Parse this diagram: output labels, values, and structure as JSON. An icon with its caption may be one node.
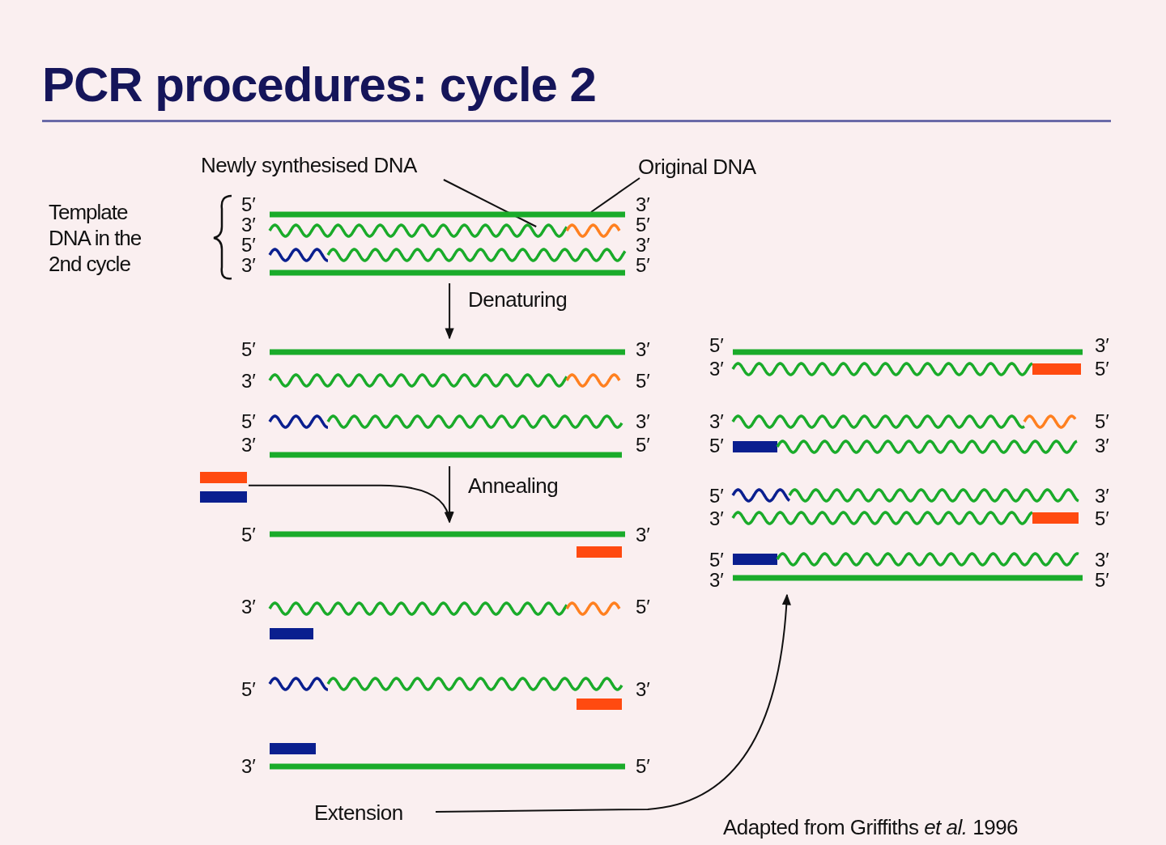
{
  "diagram": {
    "title": "PCR procedures: cycle 2",
    "caption": "Adapted from Griffiths *et al.* 1996",
    "nodes": [
      {
        "text": [
          "Newly synthesised DNA"
        ]
      },
      {
        "text": [
          "Original DNA"
        ]
      },
      {
        "text": [
          "5′",
          "3′",
          "3′",
          "5′",
          "5′",
          "3′",
          "3′",
          "5′"
        ]
      },
      {
        "text": [
          "5′",
          "3′",
          "3′",
          "5′",
          "5′",
          "3′",
          "3′",
          "5′"
        ]
      },
      {
        "text": [],
        "shape": "bar"
      },
      {
        "text": [
          "5′",
          "3′",
          "3′",
          "5′",
          "5′",
          "3′",
          "3′",
          "5′"
        ]
      },
      {
        "text": [
          "5′",
          "3′",
          "3′",
          "5′",
          "3′",
          "5′",
          "5′",
          "3′",
          "5′",
          "3′",
          "3′",
          "5′",
          "5′",
          "3′",
          "3′",
          "5′"
        ]
      },
      {
        "text": [
          "Extension"
        ]
      }
    ],
    "edges": [
      {
        "from": 0,
        "to": 2,
        "arrow": "none"
      },
      {
        "from": 1,
        "to": 2,
        "arrow": "none"
      },
      {
        "from": 2,
        "to": 3,
        "arrow": "to",
        "label": "Denaturing"
      },
      {
        "from": 3,
        "to": 5,
        "arrow": "to",
        "label": "Annealing"
      },
      {
        "from": 4,
        "to": 5,
        "arrow": "to"
      },
      {
        "from": 7,
        "to": 6,
        "arrow": "to"
      }
    ],
    "labels": [
      "Template DNA in the 2nd cycle"
    ]
  }
}
